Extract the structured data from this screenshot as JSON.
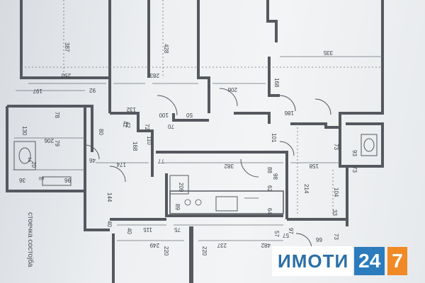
{
  "plan": {
    "dimensions": [
      "387",
      "428",
      "335",
      "197",
      "250",
      "283",
      "206",
      "92",
      "168",
      "132",
      "100",
      "50",
      "70",
      "42",
      "186",
      "130",
      "206",
      "78",
      "79",
      "20",
      "42",
      "72",
      "168",
      "110",
      "77",
      "382",
      "174",
      "46",
      "98",
      "101",
      "73",
      "93",
      "158",
      "214",
      "104",
      "73",
      "209",
      "144",
      "62",
      "89",
      "88",
      "64",
      "33",
      "115",
      "75",
      "57",
      "57",
      "40",
      "40",
      "249",
      "220",
      "237",
      "482",
      "220",
      "66",
      "97",
      "73",
      "16",
      "60",
      "80",
      "96",
      "36"
    ],
    "side_label": "стоечка состојба"
  },
  "brand": {
    "name": "ИМОТИ",
    "number_1": "24",
    "number_2": "7"
  },
  "colors": {
    "wall": "#55595f",
    "brand_blue": "#2b7bbd",
    "brand_orange": "#f08a24"
  }
}
